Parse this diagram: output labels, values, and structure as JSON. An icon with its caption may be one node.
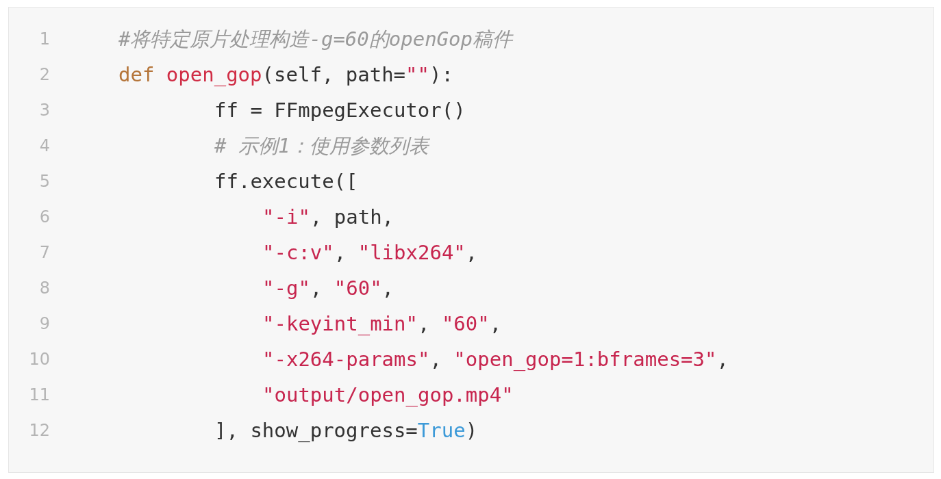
{
  "diagram": {
    "labels": [
      "1",
      "#将特定原片处理构造-g=60的openGop稿件",
      "2",
      "def open_gop(self, path=\"\"):",
      "3",
      "ff = FFmpegExecutor()",
      "4",
      "# 示例1：使用参数列表",
      "5",
      "ff.execute([",
      "6",
      "\"-i\", path,",
      "7",
      "\"-c:v\", \"libx264\",",
      "8",
      "\"-g\", \"60\",",
      "9",
      "\"-keyint_min\", \"60\",",
      "10",
      "\"-x264-params\", \"open_gop=1:bframes=3\",",
      "11",
      "\"output/open_gop.mp4\"",
      "12",
      "], show_progress=True)"
    ]
  }
}
